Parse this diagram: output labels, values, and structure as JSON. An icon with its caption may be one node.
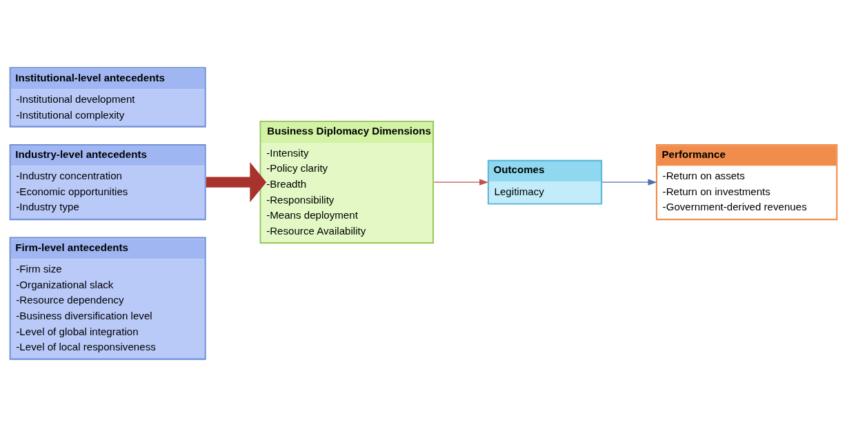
{
  "diagram": {
    "nodes": [
      {
        "text": [
          "Firm-level antecedents",
          "-Firm size",
          "-Organizational slack",
          "-Resource dependency",
          "-Business diversification level",
          "-Level of global integration",
          "-Level of local responsiveness"
        ]
      },
      {
        "text": [
          "Industry-level antecedents",
          "-Industry concentration",
          "-Economic opportunities",
          "-Industry type"
        ]
      },
      {
        "text": [
          "Institutional-level antecedents",
          "-Institutional development",
          "-Institutional complexity"
        ]
      },
      {
        "text": [
          "Business Diplomacy Dimensions",
          "-Intensity",
          "-Policy clarity",
          "-Breadth",
          "-Responsibility",
          "-Means deployment",
          "-Resource Availability"
        ]
      },
      {
        "text": [
          "Outcomes",
          "Legitimacy"
        ]
      },
      {
        "text": [
          "Performance",
          "-Return on assets",
          "-Return on investments",
          "-Government-derived revenues"
        ]
      }
    ],
    "edges": [
      {
        "from": 1,
        "to": 3,
        "arrow": "to",
        "style": "thick",
        "color": "#a8322c"
      },
      {
        "from": 3,
        "to": 4,
        "arrow": "to",
        "color": "#c0504d"
      },
      {
        "from": 4,
        "to": 5,
        "arrow": "to",
        "color": "#4f6fb0"
      }
    ]
  }
}
